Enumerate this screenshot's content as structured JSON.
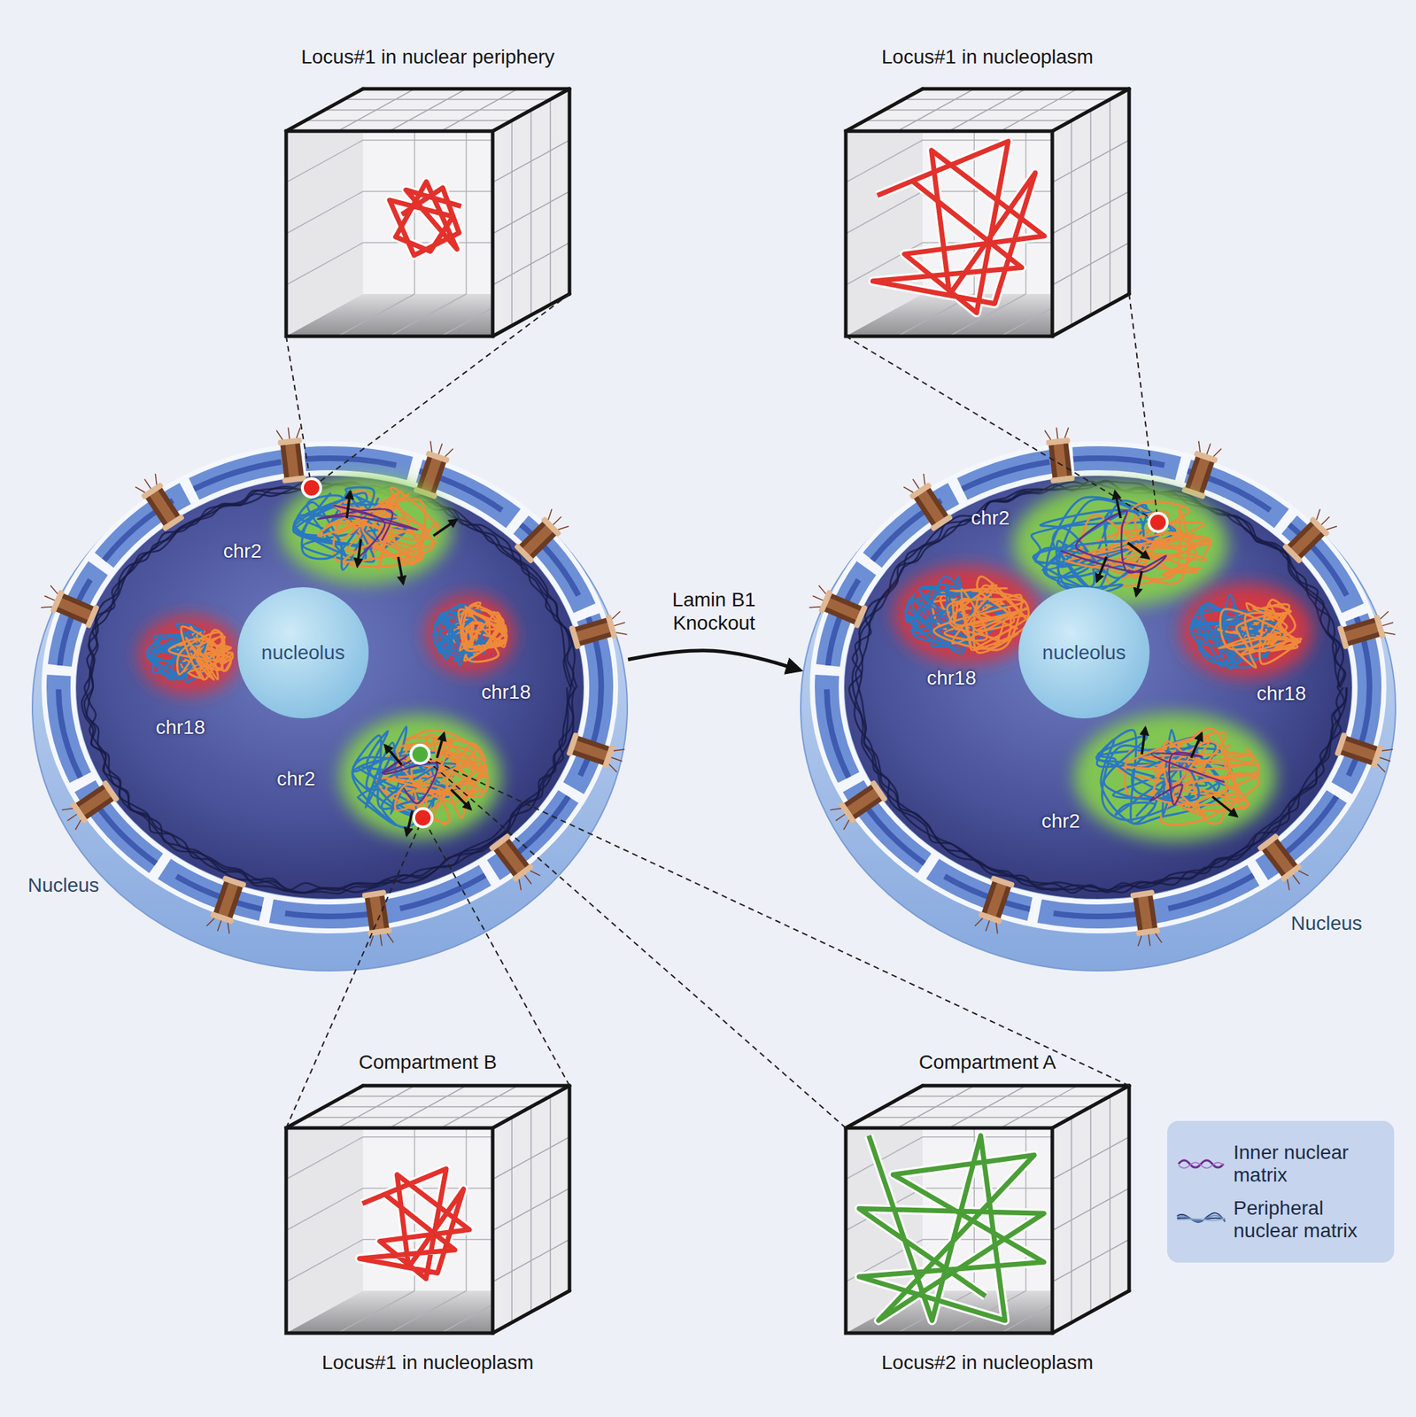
{
  "diagram": {
    "nodes": [
      {
        "text": [
          "Locus#1 in nuclear periphery"
        ]
      },
      {
        "text": [
          "Locus#1 in nucleoplasm"
        ]
      },
      {
        "text": [
          "Nucleus"
        ]
      },
      {
        "text": [
          "nucleolus"
        ],
        "in": 2
      },
      {
        "text": [
          "Nucleus"
        ]
      },
      {
        "text": [
          "nucleolus"
        ],
        "in": 4
      },
      {
        "text": [
          "Compartment B",
          "Locus#1 in nucleoplasm"
        ]
      },
      {
        "text": [
          "Compartment A",
          "Locus#2 in nucleoplasm"
        ]
      }
    ],
    "edges": [
      {
        "from": 2,
        "to": 4,
        "arrow": "to",
        "label": "Lamin B1 Knockout"
      }
    ],
    "labels": [
      "chr2",
      "chr18",
      "chr18",
      "chr2",
      "chr2",
      "chr18",
      "chr18",
      "chr2"
    ],
    "legend": [
      {
        "text": "Inner nuclear matrix"
      },
      {
        "text": "Peripheral nuclear matrix"
      }
    ]
  }
}
